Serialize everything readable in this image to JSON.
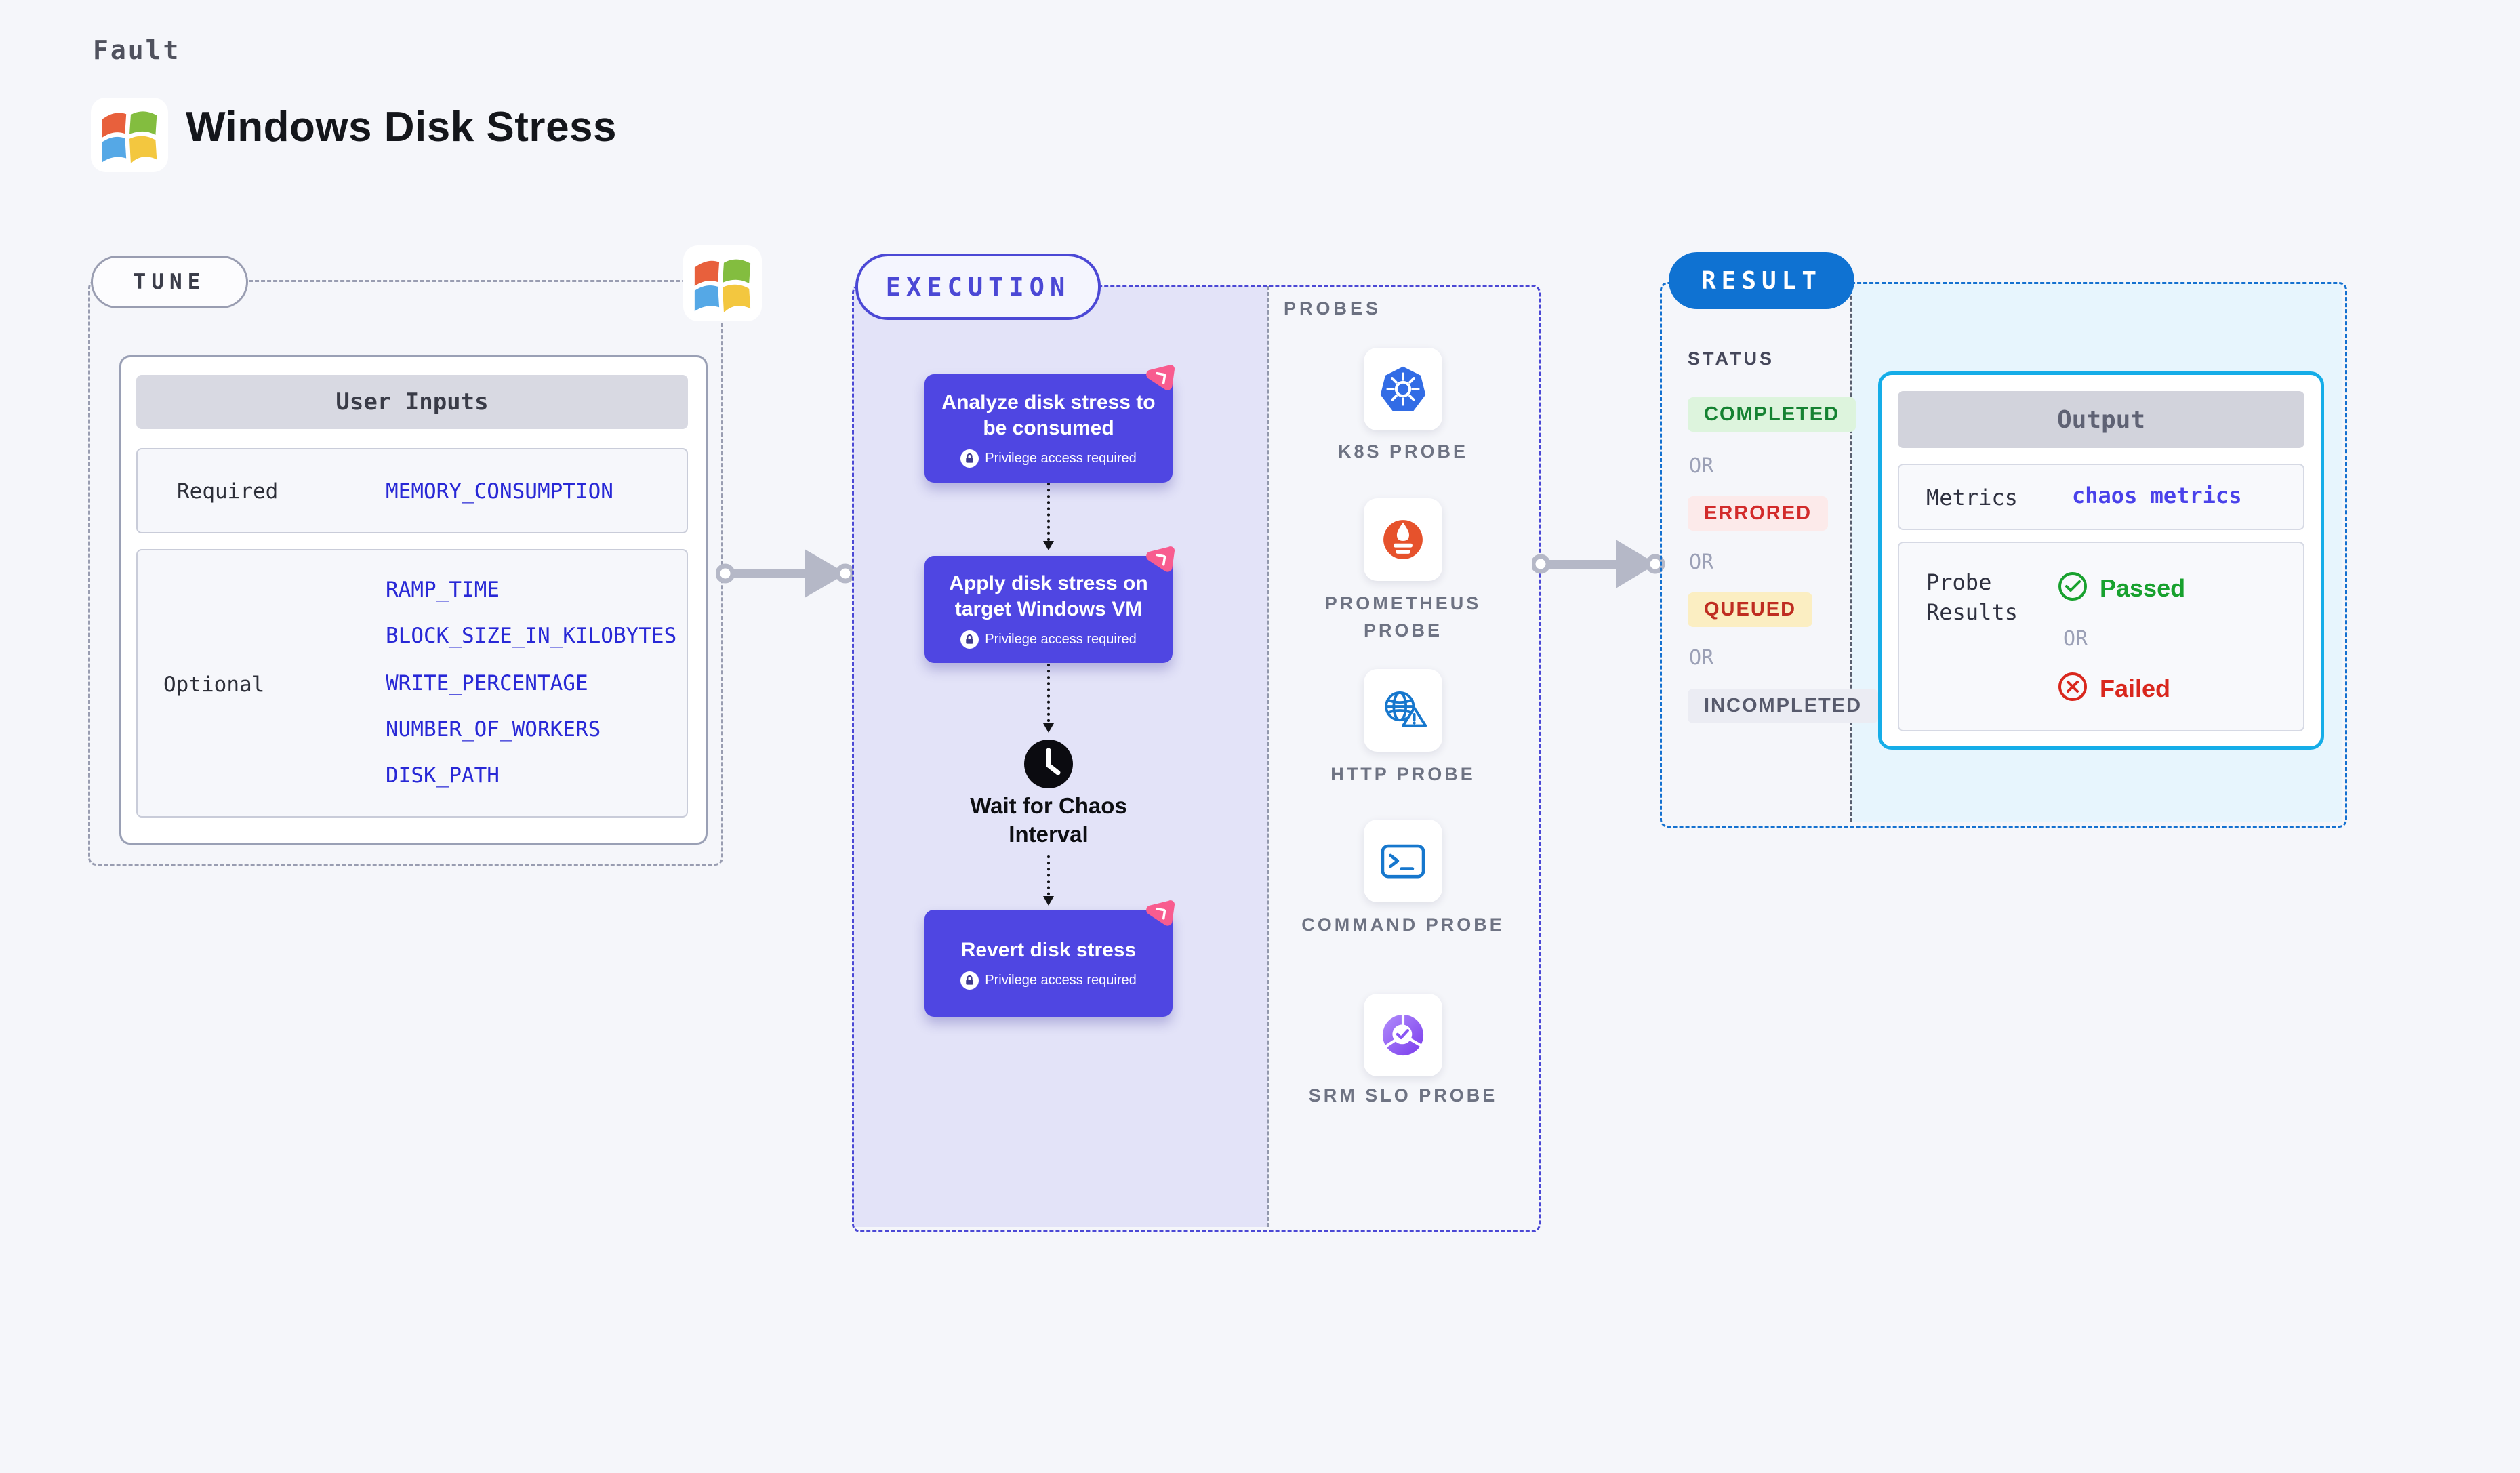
{
  "header": {
    "eyebrow": "Fault",
    "title": "Windows Disk Stress",
    "logo_icon": "windows-flag"
  },
  "tune": {
    "label": "TUNE",
    "user_inputs": {
      "title": "User Inputs",
      "required_label": "Required",
      "required_values": [
        "MEMORY_CONSUMPTION"
      ],
      "optional_label": "Optional",
      "optional_values": [
        "RAMP_TIME",
        "BLOCK_SIZE_IN_KILOBYTES",
        "WRITE_PERCENTAGE",
        "NUMBER_OF_WORKERS",
        "DISK_PATH"
      ]
    }
  },
  "execution": {
    "label": "EXECUTION",
    "steps": [
      {
        "title": "Analyze disk stress to be consumed",
        "badge": "Privilege access required"
      },
      {
        "title": "Apply disk stress on target Windows VM",
        "badge": "Privilege access required"
      },
      {
        "title": "Revert disk stress",
        "badge": "Privilege access required"
      }
    ],
    "wait_step": {
      "title": "Wait for Chaos Interval"
    },
    "probes": {
      "label": "PROBES",
      "items": [
        {
          "icon": "kubernetes-icon",
          "label": "K8S PROBE"
        },
        {
          "icon": "prometheus-icon",
          "label": "PROMETHEUS PROBE"
        },
        {
          "icon": "http-globe-icon",
          "label": "HTTP PROBE"
        },
        {
          "icon": "terminal-icon",
          "label": "COMMAND PROBE"
        },
        {
          "icon": "slo-donut-icon",
          "label": "SRM SLO PROBE"
        }
      ]
    }
  },
  "result": {
    "label": "RESULT",
    "status": {
      "heading": "STATUS",
      "separator": "OR",
      "badges": [
        {
          "label": "COMPLETED",
          "style": "success"
        },
        {
          "label": "ERRORED",
          "style": "error"
        },
        {
          "label": "QUEUED",
          "style": "warning"
        },
        {
          "label": "INCOMPLETED",
          "style": "neutral"
        }
      ]
    },
    "output": {
      "title": "Output",
      "metrics_label": "Metrics",
      "metrics_value": "chaos metrics",
      "probe_results_label": "Probe Results",
      "passed_label": "Passed",
      "or_label": "OR",
      "failed_label": "Failed"
    }
  },
  "colors": {
    "page_bg": "#f5f6fa",
    "accent_indigo": "#4b48d5",
    "task_box": "#4f46e2",
    "purple_fill": "#e3e3f8",
    "result_blue": "#0f72d2",
    "cyan_fill": "#e7f5fd",
    "output_border": "#15ade8",
    "value_blue": "#2828d6",
    "success_text": "#158232",
    "error_text": "#d22b2b",
    "warning_text": "#bf2d21",
    "neutral_text": "#575a6c",
    "passed_green": "#18a12e",
    "failed_red": "#d9271d",
    "chaos_pink": "#f85c8f"
  }
}
